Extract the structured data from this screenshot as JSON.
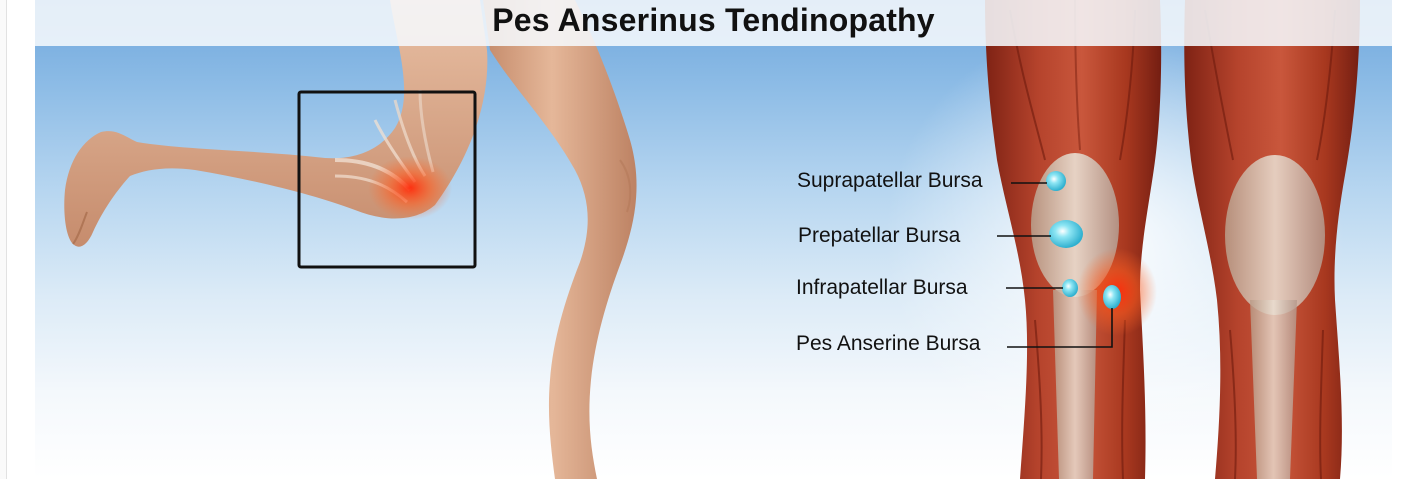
{
  "title": "Pes Anserinus Tendinopathy",
  "labels": {
    "suprapatellar": "Suprapatellar Bursa",
    "prepatellar": "Prepatellar Bursa",
    "infrapatellar": "Infrapatellar Bursa",
    "pes_anserine": "Pes Anserine Bursa"
  },
  "colors": {
    "sky_top": "#6ea6dc",
    "skin": "#d9a788",
    "muscle": "#a33a26",
    "bursa": "#5fd0e6",
    "inflammation": "#ff3b1a",
    "title_band": "#f5f8fc"
  }
}
